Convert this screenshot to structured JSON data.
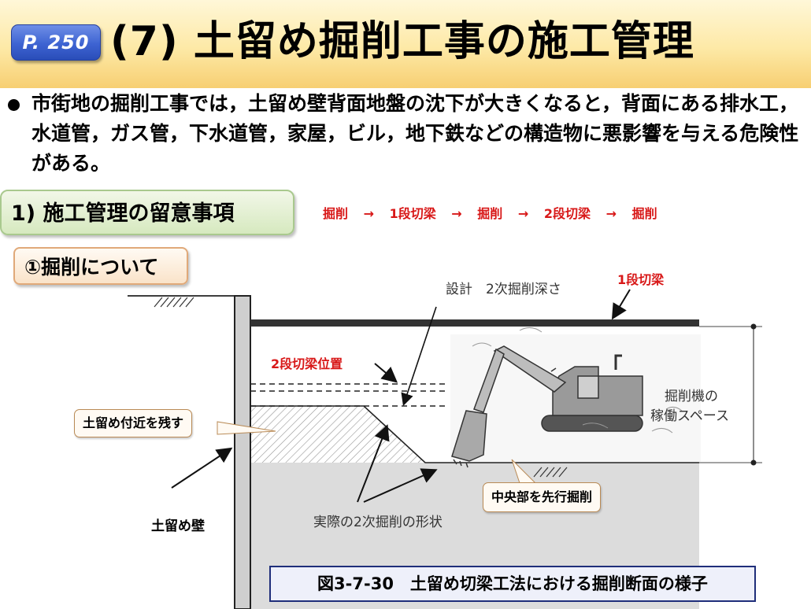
{
  "header": {
    "page_ref": "P. 250",
    "title": "(7) 土留め掘削工事の施工管理"
  },
  "intro": "市街地の掘削工事では，土留め壁背面地盤の沈下が大きくなると，背面にある排水工，水道管，ガス管，下水道管，家屋，ビル，地下鉄などの構造物に悪影響を与える危険性がある。",
  "section1": {
    "title": "1) 施工管理の留意事項"
  },
  "flow": {
    "steps": [
      "掘削",
      "1段切梁",
      "掘削",
      "2段切梁",
      "掘削"
    ],
    "arrow": "→"
  },
  "section2": {
    "title": "①掘削について"
  },
  "diagram": {
    "label_design_depth": "設計　2次掘削深さ",
    "label_strut1": "1段切梁",
    "label_strut2_pos": "2段切梁位置",
    "label_machine_line1": "掘削機の",
    "label_machine_line2": "稼働スペース",
    "callout_leave": "土留め付近を残す",
    "callout_center": "中央部を先行掘削",
    "label_actual_shape": "実際の2次掘削の形状",
    "label_wall": "土留め壁"
  },
  "caption": "図3-7-30　土留め切梁工法における掘削断面の様子",
  "colors": {
    "accent_red": "#d81818",
    "badge_blue": "#3d63d2",
    "header_gold": "#f7cf72",
    "section1_green": "#d6e9bf",
    "section2_peach": "#fae3c9",
    "caption_border": "#1f2e7a"
  }
}
